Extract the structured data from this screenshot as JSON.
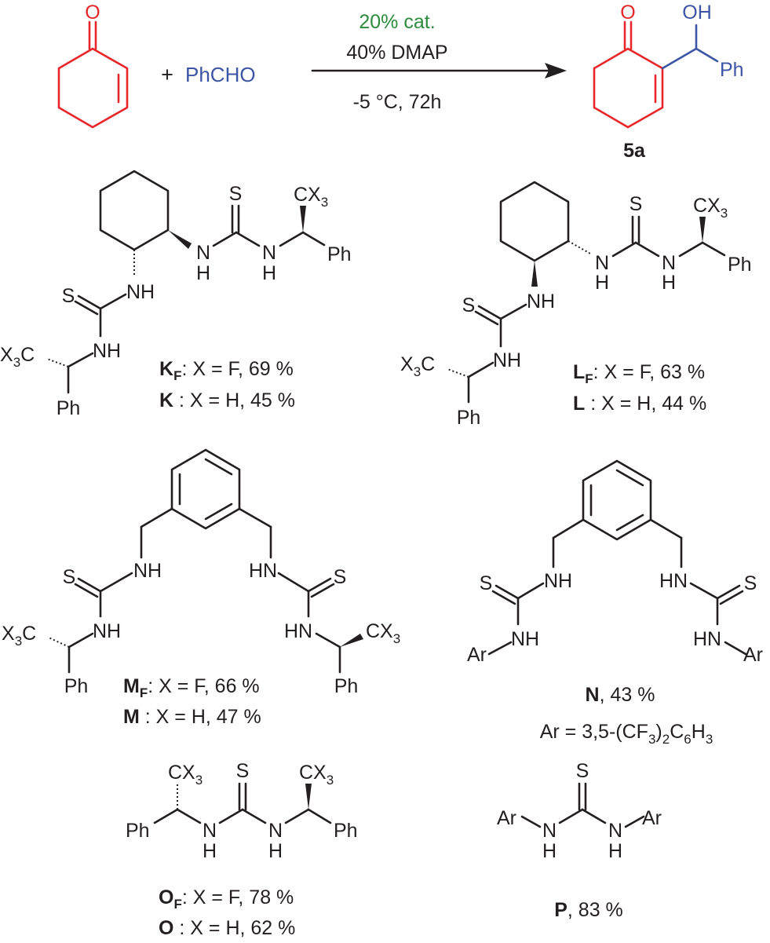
{
  "colors": {
    "cyclohexenone": "#e8262a",
    "aldehyde": "#3d55a5",
    "catalyst_loading": "#2c8c3c",
    "bonds_text": "#231f20"
  },
  "reaction": {
    "plus": "+",
    "aldehyde": "PhCHO",
    "catalyst": "20% cat.",
    "additive": "40% DMAP",
    "conditions": "-5 °C, 72h",
    "product_label": "5a"
  },
  "atoms": {
    "O": "O",
    "OH": "OH",
    "Ph": "Ph",
    "S": "S",
    "N": "N",
    "H": "H",
    "NH": "NH",
    "HN": "HN",
    "Ar": "Ar",
    "CX3_C": "CX",
    "CX3_sub": "3",
    "X3C_X": "X",
    "X3C_sub": "3",
    "X3C_C": "C"
  },
  "catalysts": {
    "K": {
      "fluoro_label": "K",
      "fluoro_sub": "F",
      "fluoro_text": ": X = F,  69 %",
      "label": "K",
      "text": " : X = H,  45 %"
    },
    "L": {
      "fluoro_label": "L",
      "fluoro_sub": "F",
      "fluoro_text": ": X = F,  63 %",
      "label": "L",
      "text": " : X = H,  44 %"
    },
    "M": {
      "fluoro_label": "M",
      "fluoro_sub": "F",
      "fluoro_text": ": X = F,  66 %",
      "label": "M",
      "text": " : X = H,  47 %"
    },
    "N": {
      "label": "N",
      "text": ", 43 %",
      "ar_prefix": "Ar = 3,5-(CF",
      "ar_sub1": "3",
      "ar_mid": ")",
      "ar_sub2": "2",
      "ar_c": "C",
      "ar_sub3": "6",
      "ar_h": "H",
      "ar_sub4": "3"
    },
    "O": {
      "fluoro_label": "O",
      "fluoro_sub": "F",
      "fluoro_text": ": X = F,  78 %",
      "label": "O",
      "text": " : X = H,  62 %"
    },
    "P": {
      "label": "P",
      "text": ", 83 %"
    }
  }
}
